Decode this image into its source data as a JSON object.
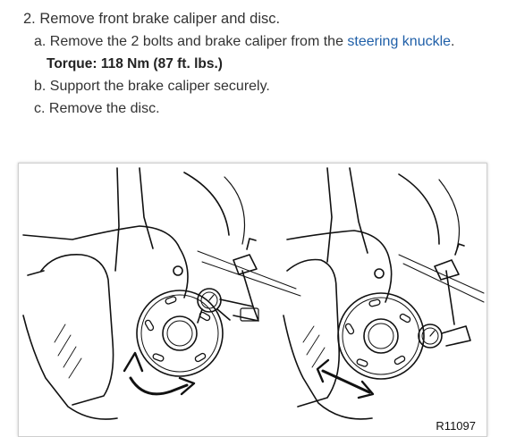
{
  "step": {
    "number": "2.",
    "title": "Remove front brake caliper and disc."
  },
  "substeps": {
    "a": {
      "marker": "a.",
      "text_before": "Remove the 2 bolts and brake caliper from the",
      "link": "steering knuckle",
      "text_after": "."
    },
    "torque": "Torque: 118 Nm (87 ft. lbs.)",
    "b": {
      "marker": "b.",
      "text": "Support the brake caliper securely."
    },
    "c": {
      "marker": "c.",
      "text": "Remove the disc."
    }
  },
  "figure": {
    "id": "R11097",
    "link_color": "#1f5fa8",
    "icons": [
      "rotation-arrow-icon",
      "double-arrow-icon",
      "dial-indicator-icon"
    ]
  }
}
